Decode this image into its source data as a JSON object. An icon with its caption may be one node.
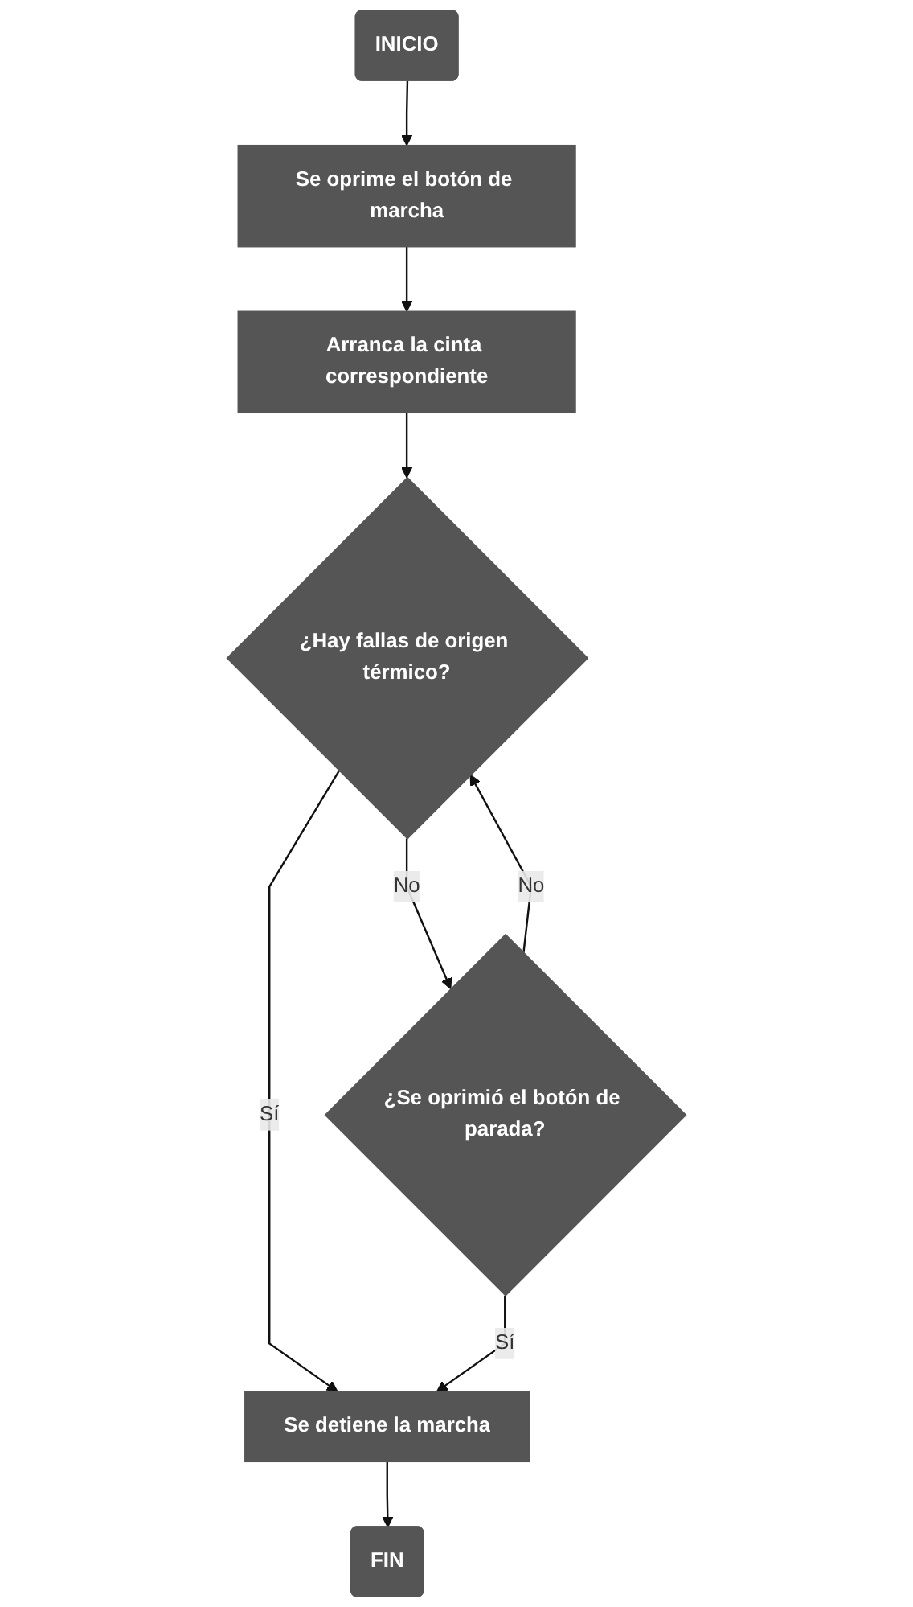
{
  "diagram": {
    "nodes": [
      {
        "text": [
          "INICIO"
        ]
      },
      {
        "text": [
          "Se oprime el botón de marcha"
        ]
      },
      {
        "text": [
          "Arranca la cinta correspondiente"
        ]
      },
      {
        "text": [
          "¿Hay fallas de origen térmico?"
        ]
      },
      {
        "text": [
          "¿Se oprimió el botón de parada?"
        ]
      },
      {
        "text": [
          "Se detiene la marcha"
        ]
      },
      {
        "text": [
          "FIN"
        ]
      }
    ],
    "edges": [
      {
        "from": 0,
        "to": 1,
        "arrow": "to"
      },
      {
        "from": 1,
        "to": 2,
        "arrow": "to"
      },
      {
        "from": 2,
        "to": 3,
        "arrow": "to"
      },
      {
        "from": 3,
        "to": 4,
        "arrow": "to",
        "label": "No"
      },
      {
        "from": 3,
        "to": 5,
        "arrow": "to",
        "label": "Sí"
      },
      {
        "from": 4,
        "to": 5,
        "arrow": "to",
        "label": "Sí"
      },
      {
        "from": 4,
        "to": 3,
        "arrow": "to",
        "label": "No"
      },
      {
        "from": 5,
        "to": 6,
        "arrow": "to"
      }
    ]
  }
}
